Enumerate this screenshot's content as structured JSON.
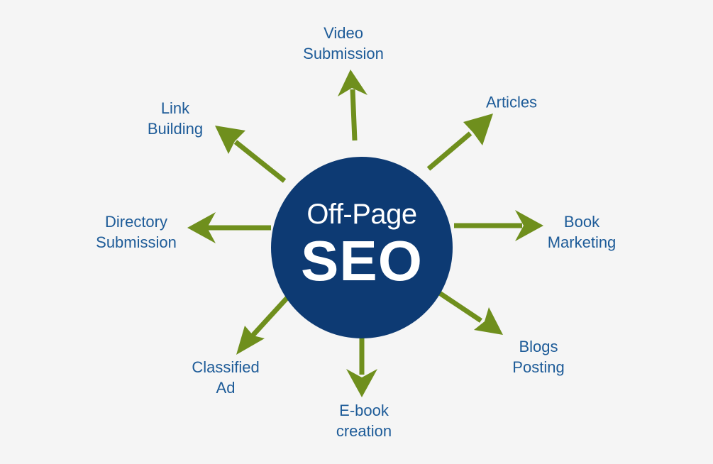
{
  "center": {
    "line1": "Off-Page",
    "line2": "SEO"
  },
  "nodes": [
    {
      "line1": "Video",
      "line2": "Submission"
    },
    {
      "line1": "Articles",
      "line2": ""
    },
    {
      "line1": "Book",
      "line2": "Marketing"
    },
    {
      "line1": "Blogs",
      "line2": "Posting"
    },
    {
      "line1": "E-book",
      "line2": "creation"
    },
    {
      "line1": "Classified",
      "line2": "Ad"
    },
    {
      "line1": "Directory",
      "line2": "Submission"
    },
    {
      "line1": "Link",
      "line2": "Building"
    }
  ],
  "colors": {
    "background": "#f5f5f5",
    "hub": "#0d3a73",
    "arrow": "#6f8f1d",
    "text": "#1d5b98",
    "hub_text": "#ffffff"
  }
}
